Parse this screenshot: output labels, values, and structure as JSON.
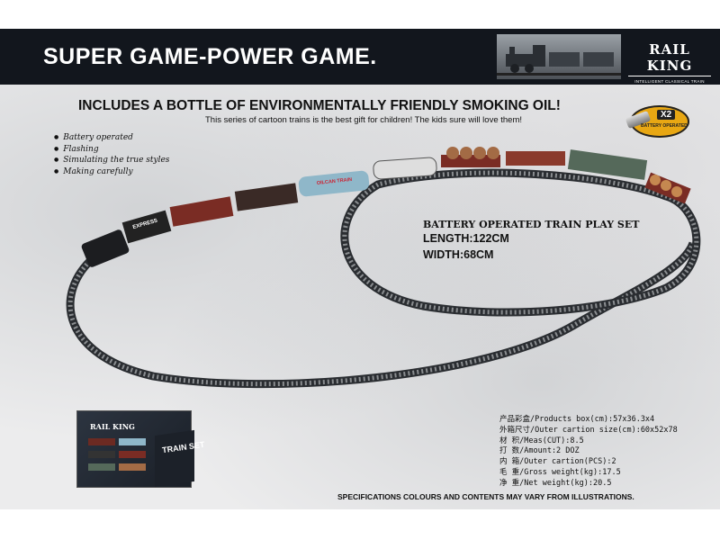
{
  "header": {
    "title": "SUPER GAME-POWER GAME.",
    "logo_name": "RAIL KING",
    "logo_tagline": "INTELLIGENT CLASSICAL TRAIN"
  },
  "headline": "INCLUDES A BOTTLE OF ENVIRONMENTALLY FRIENDLY SMOKING OIL!",
  "subline": "This series of cartoon trains is the best gift for children! The kids sure will love them!",
  "features": [
    "Battery operated",
    "Flashing",
    "Simulating the true styles",
    "Making carefully"
  ],
  "badge": {
    "count": "X2",
    "text": "BATTERY OPERATED"
  },
  "info": {
    "title": "BATTERY OPERATED TRAIN PLAY SET",
    "length": "LENGTH:122CM",
    "width": "WIDTH:68CM"
  },
  "train": {
    "loco_label": "EXPRESS",
    "tanker_label": "OILCAN TRAIN"
  },
  "box": {
    "logo": "RAIL KING",
    "side_text": "TRAIN SET"
  },
  "specs": [
    "产品彩盒/Products box(cm):57x36.3x4",
    "外箱尺寸/Outer cartion size(cm):60x52x78",
    "材   积/Meas(CUT):8.5",
    "打   数/Amount:2 DOZ",
    "内   箱/Outer cartion(PCS):2",
    "毛   重/Gross weight(kg):17.5",
    "净   重/Net weight(kg):20.5"
  ],
  "footer": "SPECIFICATIONS COLOURS AND CONTENTS MAY VARY FROM ILLUSTRATIONS."
}
